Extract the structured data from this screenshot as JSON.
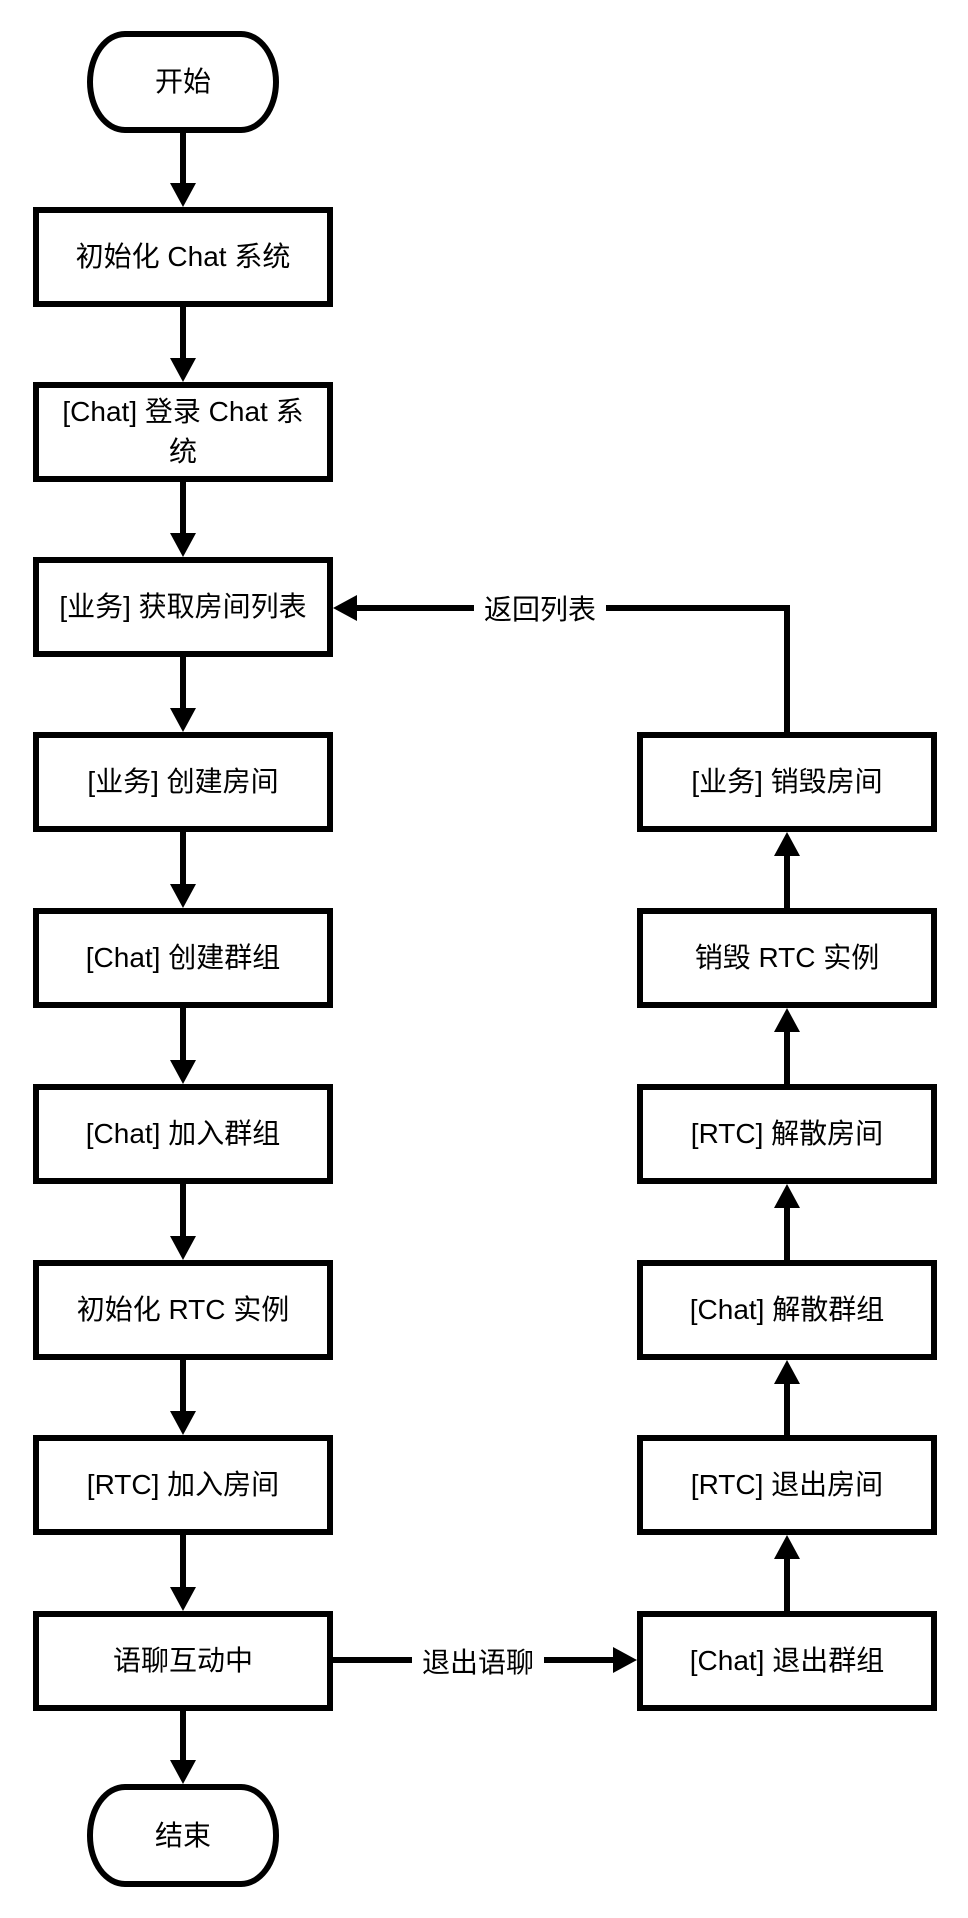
{
  "diagram": {
    "type": "flowchart",
    "colors": {
      "stroke": "#000000",
      "fill": "#ffffff",
      "text": "#000000"
    },
    "nodes": {
      "start": {
        "label": "开始",
        "shape": "stadium"
      },
      "init_chat": {
        "label": "初始化 Chat 系统",
        "shape": "rect"
      },
      "chat_login": {
        "label": "[Chat] 登录 Chat 系\n统",
        "shape": "rect"
      },
      "get_room_list": {
        "label": "[业务] 获取房间列表",
        "shape": "rect"
      },
      "create_room": {
        "label": "[业务] 创建房间",
        "shape": "rect"
      },
      "create_group": {
        "label": "[Chat] 创建群组",
        "shape": "rect"
      },
      "join_group": {
        "label": "[Chat] 加入群组",
        "shape": "rect"
      },
      "init_rtc": {
        "label": "初始化 RTC 实例",
        "shape": "rect"
      },
      "rtc_join": {
        "label": "[RTC] 加入房间",
        "shape": "rect"
      },
      "voice_chat": {
        "label": "语聊互动中",
        "shape": "rect"
      },
      "end": {
        "label": "结束",
        "shape": "stadium"
      },
      "chat_exit": {
        "label": "[Chat] 退出群组",
        "shape": "rect"
      },
      "rtc_exit": {
        "label": "[RTC] 退出房间",
        "shape": "rect"
      },
      "chat_disband": {
        "label": "[Chat] 解散群组",
        "shape": "rect"
      },
      "rtc_disband": {
        "label": "[RTC] 解散房间",
        "shape": "rect"
      },
      "destroy_rtc": {
        "label": "销毁 RTC 实例",
        "shape": "rect"
      },
      "destroy_room": {
        "label": "[业务] 销毁房间",
        "shape": "rect"
      }
    },
    "edge_labels": {
      "exit_voice": "退出语聊",
      "return_list": "返回列表"
    }
  }
}
